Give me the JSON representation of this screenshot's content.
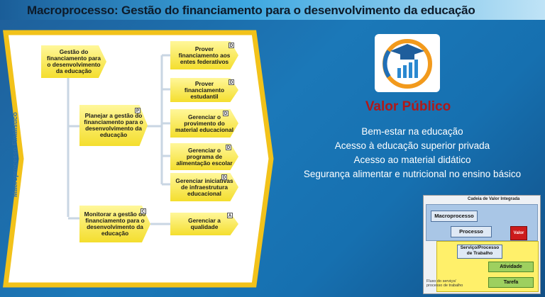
{
  "header": {
    "title": "Macroprocesso: Gestão do financiamento para o desenvolvimento da educação"
  },
  "diagram": {
    "side_label": "Macroprocesso Finalístico",
    "root": {
      "label": "Gestão do financiamento para o desenvolvimento da educação"
    },
    "level1": [
      {
        "label": "Planejar a gestão do financiamento para o desenvolvimento da educação",
        "tag": "P"
      },
      {
        "label": "Monitorar a gestão do financiamento para o desenvolvimento da educação",
        "tag": "C"
      }
    ],
    "children": [
      {
        "label": "Prover financiamento aos entes federativos",
        "tag": "D"
      },
      {
        "label": "Prover financiamento estudantil",
        "tag": "D"
      },
      {
        "label": "Gerenciar o provimento do material educacional",
        "tag": "D"
      },
      {
        "label": "Gerenciar o programa de alimentação escolar",
        "tag": "D"
      },
      {
        "label": "Gerenciar iniciativas de infraestrutura educacional",
        "tag": "D"
      },
      {
        "label": "Gerenciar a qualidade",
        "tag": "A"
      }
    ]
  },
  "valor": {
    "title": "Valor Público",
    "items": [
      "Bem-estar na educação",
      "Acesso à educação superior privada",
      "Acesso ao material didático",
      "Segurança alimentar e nutricional no ensino básico"
    ]
  },
  "mini_chain": {
    "header": "Cadeia de Valor Integrada",
    "macroprocesso": "Macroprocesso",
    "processo": "Processo",
    "valor": "Valor",
    "servico": "Serviço/Processo de Trabalho",
    "atividade": "Atividade",
    "tarefa": "Tarefa",
    "fluxo": "Fluxo do serviço/ processo de trabalho"
  },
  "colors": {
    "accent_yellow": "#f4de2e",
    "frame_yellow": "#f2c21a",
    "valor_red": "#b01818"
  }
}
